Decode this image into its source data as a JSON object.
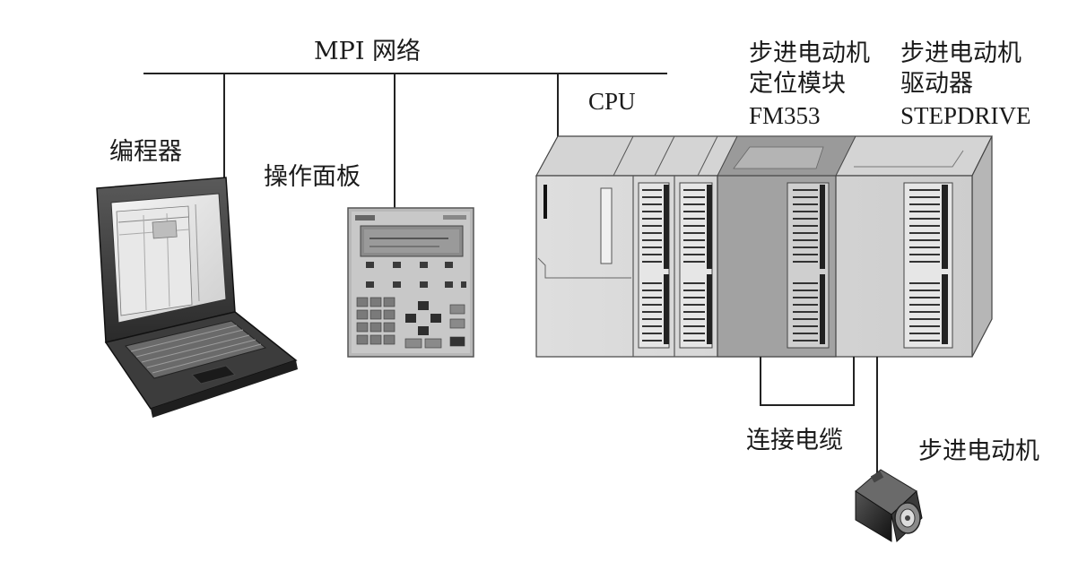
{
  "network": {
    "label": "MPI 网络"
  },
  "devices": {
    "programmer": {
      "label": "编程器"
    },
    "operator_panel": {
      "label": "操作面板"
    },
    "cpu": {
      "label": "CPU"
    },
    "positioning_module": {
      "line1": "步进电动机",
      "line2": "定位模块",
      "line3": "FM353"
    },
    "motor_driver": {
      "line1": "步进电动机",
      "line2": "驱动器",
      "line3": "STEPDRIVE"
    },
    "cable": {
      "label": "连接电缆"
    },
    "stepper_motor": {
      "label": "步进电动机"
    }
  }
}
